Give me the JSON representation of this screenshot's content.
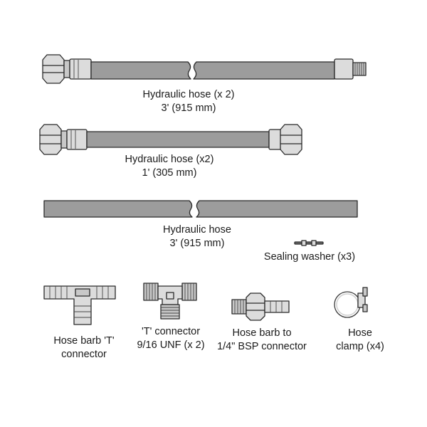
{
  "colors": {
    "hose": "#9c9c9c",
    "fitting": "#dcdcdc",
    "outline": "#2a2a2a",
    "text": "#1a1a1a",
    "background": "#ffffff"
  },
  "parts": {
    "hose_long": {
      "line1": "Hydraulic hose (x 2)",
      "line2": "3' (915 mm)"
    },
    "hose_short": {
      "line1": "Hydraulic hose (x2)",
      "line2": "1' (305 mm)"
    },
    "hose_plain": {
      "line1": "Hydraulic hose",
      "line2": "3' (915 mm)"
    },
    "washer": {
      "line1": "Sealing washer (x3)"
    },
    "tee_barb": {
      "line1": "Hose barb 'T'",
      "line2": "connector"
    },
    "tee_connector": {
      "line1": "'T' connector",
      "line2": "9/16 UNF (x 2)"
    },
    "barb_bsp": {
      "line1": "Hose barb to",
      "line2": "1/4\" BSP connector"
    },
    "clamp": {
      "line1": "Hose",
      "line2": "clamp (x4)"
    }
  }
}
